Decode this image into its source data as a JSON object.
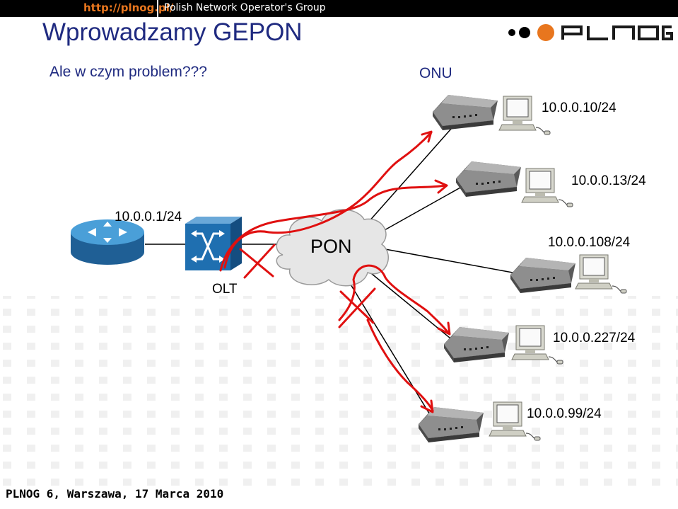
{
  "header": {
    "url": "http://plnog.pl/",
    "group_name": "Polish Network Operator's Group",
    "logo_text": "PLNOG"
  },
  "slide": {
    "title": "Wprowadzamy GEPON",
    "subtitle": "Ale w czym problem???"
  },
  "diagram": {
    "onu_label": "ONU",
    "router_ip": "10.0.0.1/24",
    "olt_label": "OLT",
    "pon_label": "PON",
    "onus": [
      {
        "ip": "10.0.0.10/24"
      },
      {
        "ip": "10.0.0.13/24"
      },
      {
        "ip": "10.0.0.108/24"
      },
      {
        "ip": "10.0.0.227/24"
      },
      {
        "ip": "10.0.0.99/24"
      }
    ]
  },
  "colors": {
    "title": "#1f2a80",
    "accent_orange": "#e8761e",
    "annotation_red": "#e01010",
    "olt_blue": "#1f6fb0",
    "router_blue": "#2e86c1"
  },
  "footer": {
    "text": "PLNOG 6, Warszawa, 17 Marca 2010"
  }
}
